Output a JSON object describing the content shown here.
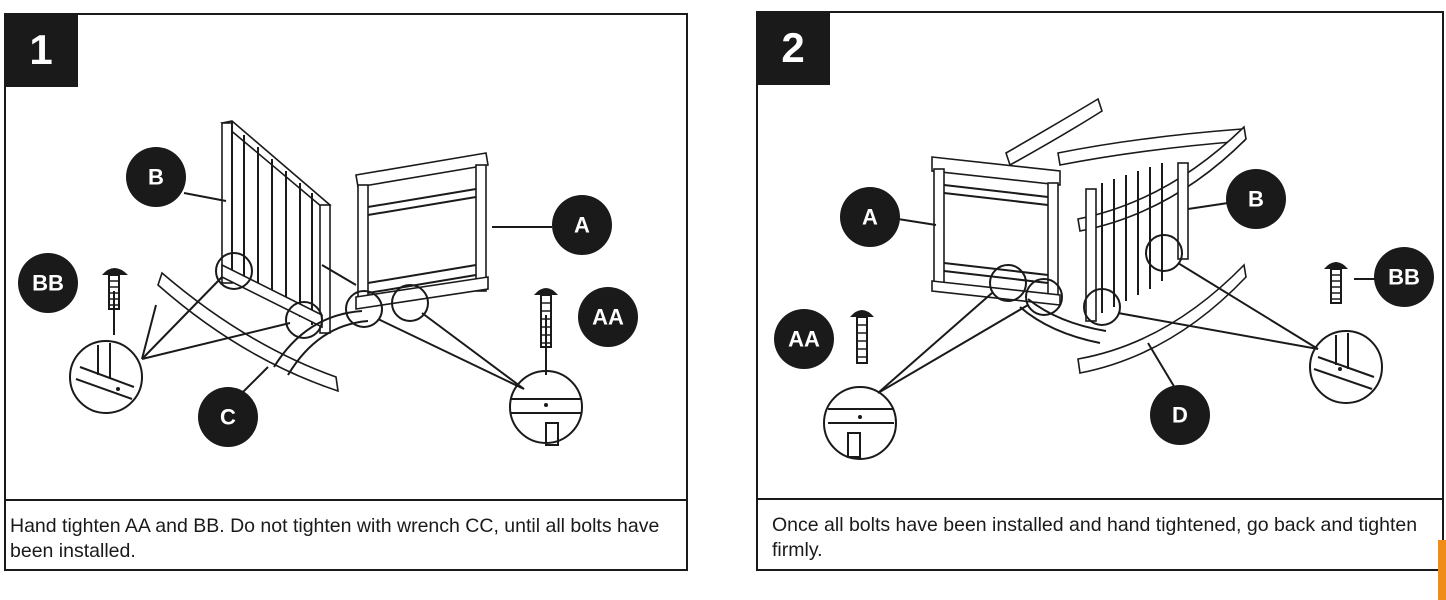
{
  "steps": [
    {
      "number": "1",
      "instruction": "Hand tighten AA and BB. Do not tighten with wrench CC, until all bolts have been installed.",
      "callouts": [
        "B",
        "A",
        "BB",
        "AA",
        "C"
      ]
    },
    {
      "number": "2",
      "instruction": "Once all bolts have been installed and hand tightened, go back and tighten firmly.",
      "callouts": [
        "A",
        "B",
        "AA",
        "BB",
        "D"
      ]
    }
  ],
  "colors": {
    "ink": "#1a1a1a",
    "accent": "#f08c1a"
  }
}
